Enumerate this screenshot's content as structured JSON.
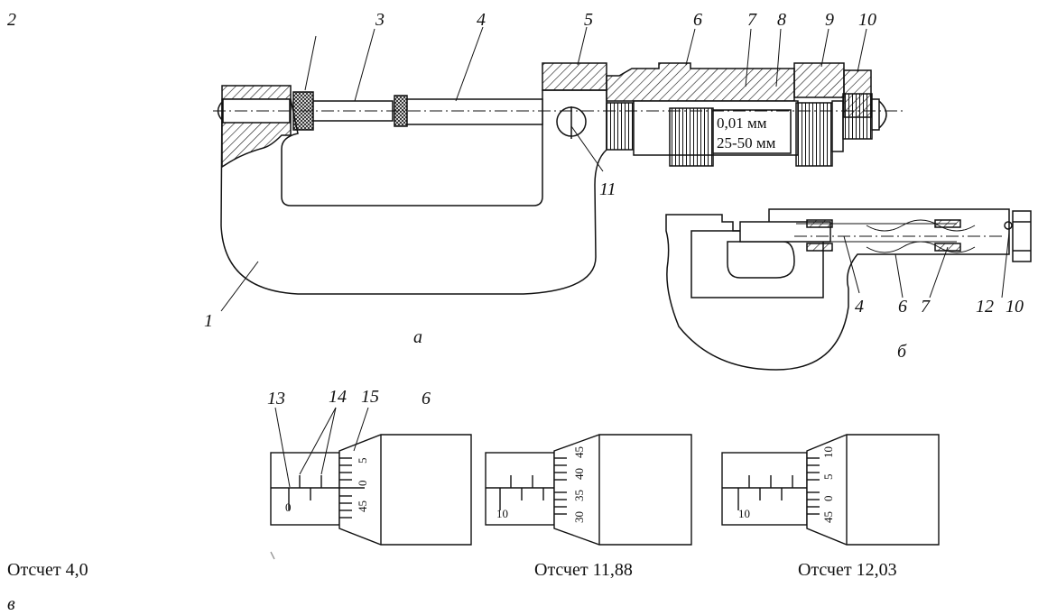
{
  "figure": {
    "part_numbers": {
      "n1": "1",
      "n2": "2",
      "n3": "3",
      "n4": "4",
      "n5": "5",
      "n6": "6",
      "n7": "7",
      "n8": "8",
      "n9": "9",
      "n10": "10",
      "n11": "11",
      "b4": "4",
      "b6": "6",
      "b7": "7",
      "b12": "12",
      "b10": "10",
      "c13": "13",
      "c14": "14",
      "c15": "15",
      "c6": "6"
    },
    "plate": {
      "resolution": "0,01 мм",
      "range": "25-50 мм"
    },
    "panel_labels": {
      "a": "а",
      "b": "б",
      "c": "в"
    },
    "scales": [
      {
        "sleeve_label": "0",
        "thimble": [
          "5",
          "0",
          "45"
        ],
        "caption": "Отсчет 4,0"
      },
      {
        "sleeve_label": "10",
        "thimble": [
          "45",
          "40",
          "35",
          "30"
        ],
        "caption": "Отсчет 11,88"
      },
      {
        "sleeve_label": "10",
        "thimble": [
          "10",
          "5",
          "0",
          "45"
        ],
        "caption": "Отсчет 12,03"
      }
    ]
  }
}
